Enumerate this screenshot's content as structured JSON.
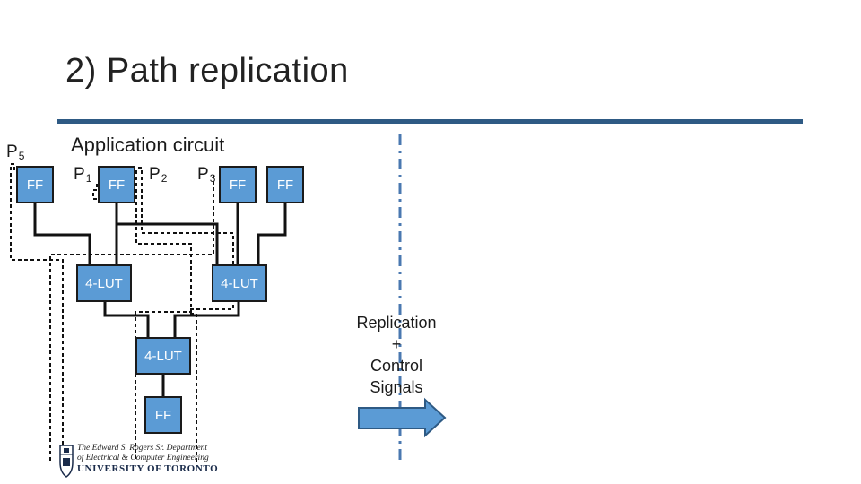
{
  "slide": {
    "title": "2) Path replication",
    "circuit_label": "Application circuit",
    "paths": {
      "p1": {
        "base": "P",
        "sub": "1"
      },
      "p2": {
        "base": "P",
        "sub": "2"
      },
      "p3": {
        "base": "P",
        "sub": "3"
      },
      "p5": {
        "base": "P",
        "sub": "5"
      }
    },
    "blocks": {
      "ff_label": "FF",
      "lut_label": "4-LUT"
    },
    "side_text": [
      "Replication",
      "+",
      "Control",
      "Signals"
    ],
    "logo": {
      "line1": "The Edward S. Rogers Sr. Department",
      "line2": "of Electrical & Computer Engineering",
      "line3": "UNIVERSITY OF TORONTO"
    }
  },
  "colors": {
    "block_fill": "#5b9bd5",
    "title_rule": "#2e5a84",
    "arrow": "#5b9bd5",
    "divider": "#4a78b0"
  }
}
